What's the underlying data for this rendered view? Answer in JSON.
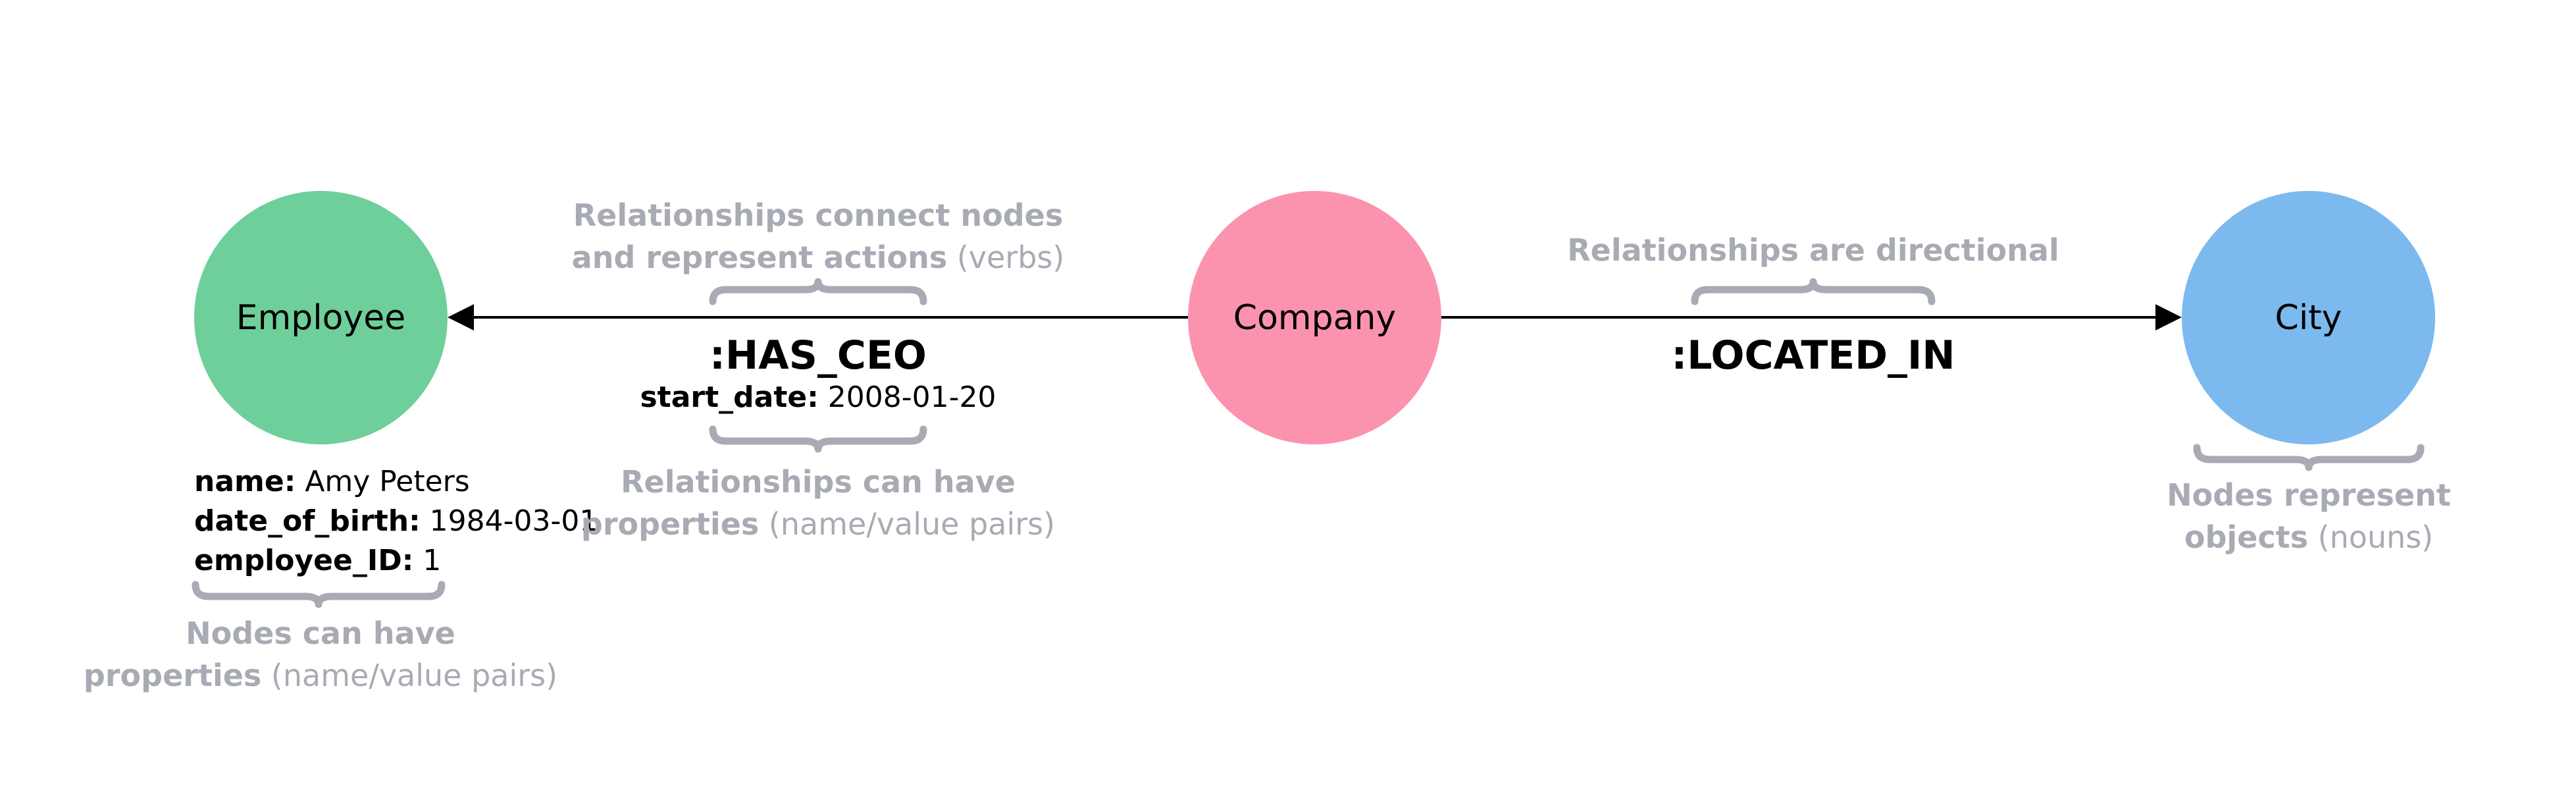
{
  "nodes": {
    "employee": {
      "label": "Employee",
      "color": "#6ecf9a"
    },
    "company": {
      "label": "Company",
      "color": "#fb93ae"
    },
    "city": {
      "label": "City",
      "color": "#7cb9ef"
    }
  },
  "relationships": {
    "has_ceo": {
      "type": ":HAS_CEO",
      "property_key": "start_date:",
      "property_value": "2008-01-20"
    },
    "located_in": {
      "type": ":LOCATED_IN"
    }
  },
  "employee_properties": [
    {
      "key": "name:",
      "value": "Amy Peters"
    },
    {
      "key": "date_of_birth:",
      "value": "1984-03-01"
    },
    {
      "key": "employee_ID:",
      "value": "1"
    }
  ],
  "notes": {
    "rel_connect": {
      "line1": "Relationships connect nodes",
      "line2_bold": "and represent actions",
      "line2_rest": " (verbs)"
    },
    "rel_directional": {
      "text": "Relationships are directional"
    },
    "rel_properties": {
      "line1": "Relationships can have",
      "line2_bold": "properties",
      "line2_rest": " (name/value pairs)"
    },
    "nodes_objects": {
      "line1": "Nodes represent",
      "line2_bold": "objects",
      "line2_rest": " (nouns)"
    },
    "node_properties": {
      "line1": "Nodes can have",
      "line2_bold": "properties",
      "line2_rest": " (name/value pairs)"
    }
  },
  "colors": {
    "annotation_gray": "#a8abb3",
    "edge": "#000000"
  }
}
